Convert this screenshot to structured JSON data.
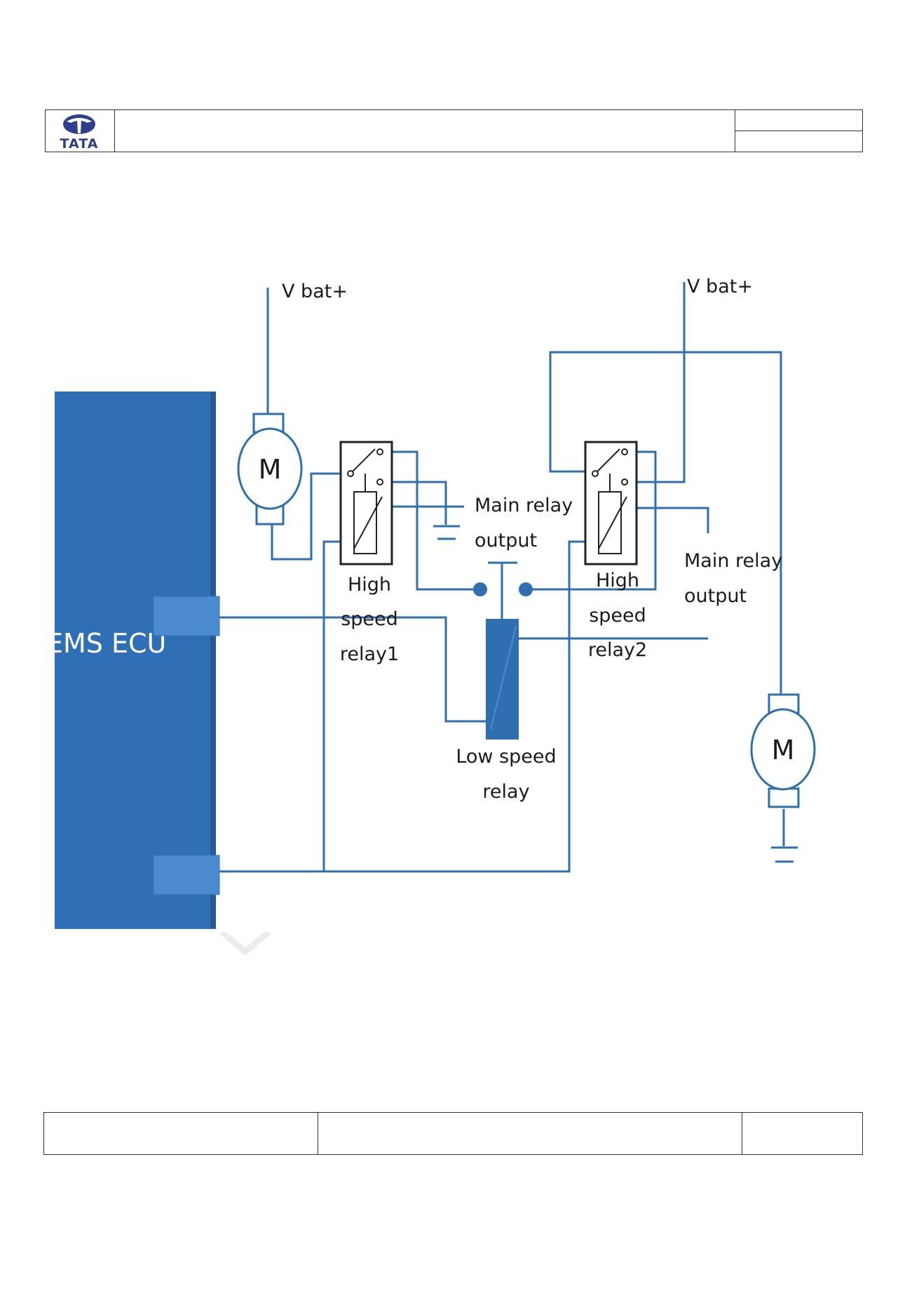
{
  "header": {
    "logo_text": "TATA"
  },
  "diagram": {
    "ecu_label": "EMS ECU",
    "vbat_left": "V bat+",
    "vbat_right": "V bat+",
    "motor_left": "M",
    "motor_right": "M",
    "relay1": [
      "High",
      "speed",
      "relay1"
    ],
    "relay2": [
      "High",
      "speed",
      "relay2"
    ],
    "main_relay_left": [
      "Main relay",
      "output"
    ],
    "main_relay_right": [
      "Main relay",
      "output"
    ],
    "low_speed_relay": [
      "Low speed",
      "relay"
    ]
  },
  "colors": {
    "wire": "#2f6fb0",
    "ecu": "#2e6fb5",
    "ecu_pin": "#4a8bd0",
    "relay_border": "#222222",
    "logo": "#2c3e8c"
  }
}
